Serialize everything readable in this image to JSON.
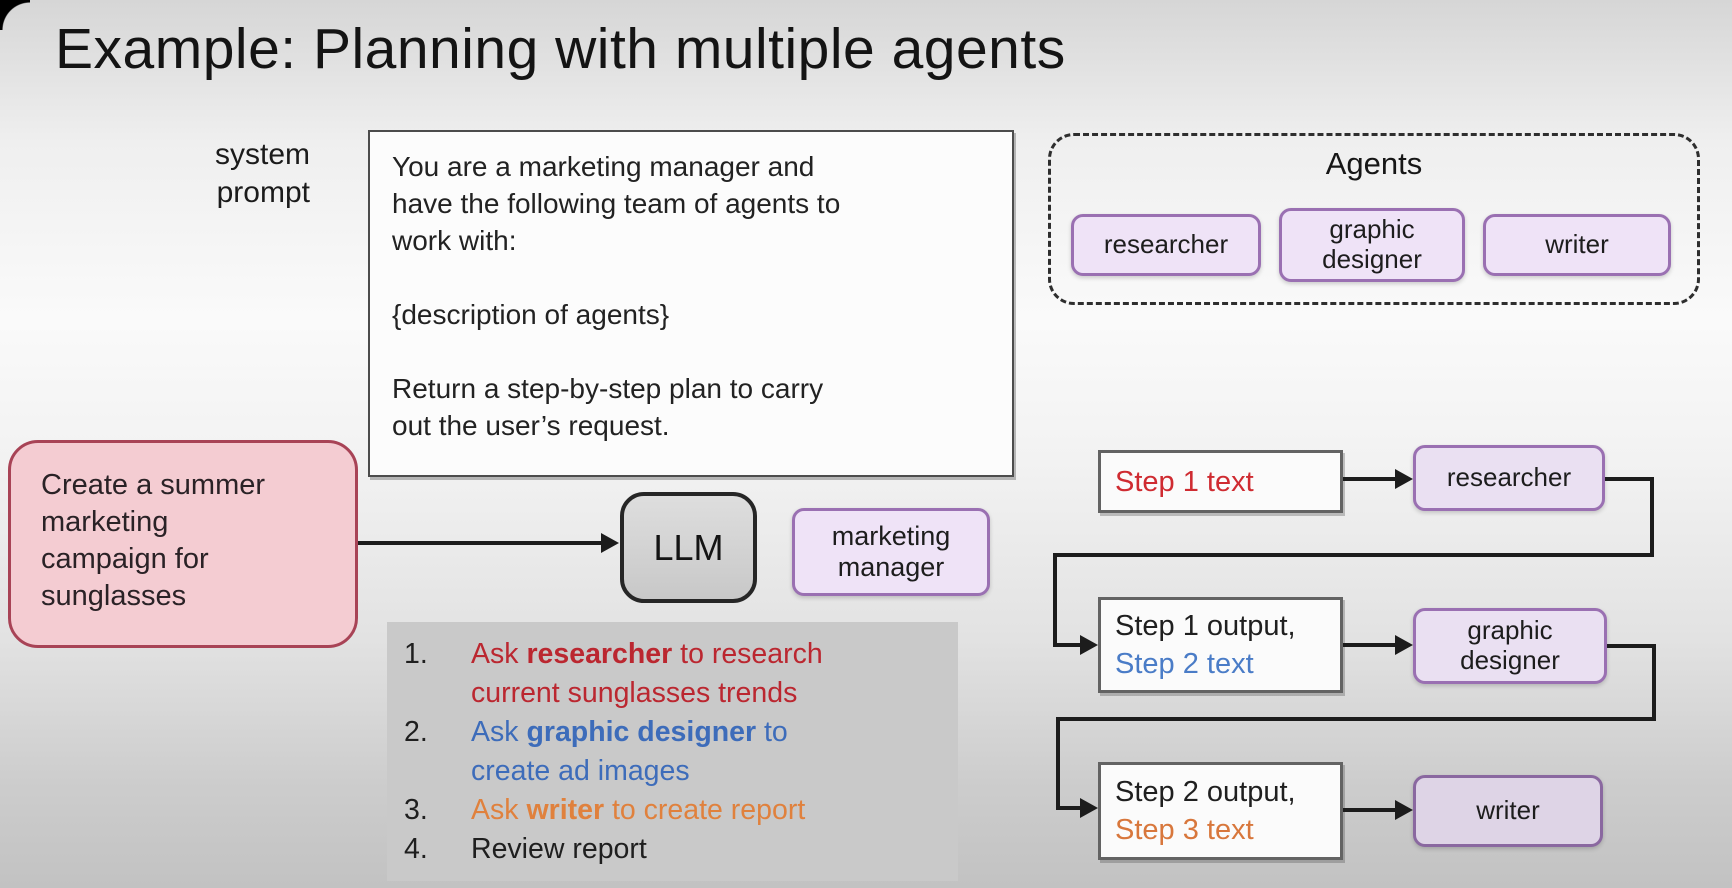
{
  "slide": {
    "title": "Example: Planning with multiple agents"
  },
  "system_prompt": {
    "label_lines": [
      "system",
      "prompt"
    ],
    "lines": [
      "You are a marketing manager and",
      "have the following team of agents to",
      "work with:",
      "",
      "{description of agents}",
      "",
      "Return a step-by-step plan to carry",
      "out the user’s request."
    ]
  },
  "agents_panel": {
    "title": "Agents",
    "agents": [
      "researcher",
      "graphic designer",
      "writer"
    ]
  },
  "user_request": {
    "lines": [
      "Create a summer",
      "marketing",
      "campaign for",
      "sunglasses"
    ]
  },
  "llm": {
    "label": "LLM"
  },
  "role_chip": {
    "label": "marketing manager"
  },
  "plan_list": {
    "items": [
      {
        "num": "1.",
        "l1_pre": "Ask ",
        "l1_bold": "researcher",
        "l1_post": " to research",
        "l2": "current sunglasses trends",
        "color": "#bb2730"
      },
      {
        "num": "2.",
        "l1_pre": "Ask ",
        "l1_bold": "graphic designer",
        "l1_post": " to",
        "l2": "create ad images",
        "color": "#3d6cba"
      },
      {
        "num": "3.",
        "l1_pre": "Ask ",
        "l1_bold": "writer",
        "l1_post": " to create report",
        "l2": "",
        "color": "#e0813d"
      },
      {
        "num": "4.",
        "l1_pre": "",
        "l1_bold": "",
        "l1_post": "Review report",
        "l2": "",
        "color": "#1f1f1f"
      }
    ]
  },
  "flow": {
    "rows": [
      {
        "line1": "Step 1 text",
        "line1_color": "#cf2b31",
        "line2": "",
        "line2_color": "",
        "agent": "researcher"
      },
      {
        "line1": "Step 1 output,",
        "line1_color": "#1f1f1f",
        "line2": "Step 2 text",
        "line2_color": "#4a7cc7",
        "agent": "graphic designer"
      },
      {
        "line1": "Step 2 output,",
        "line1_color": "#1f1f1f",
        "line2": "Step 3 text",
        "line2_color": "#d8773c",
        "agent": "writer"
      }
    ]
  },
  "palette": {
    "chip_fill": "#efe3f7",
    "chip_border": "#9a70b2",
    "request_fill": "#f4ccd2",
    "request_border": "#a84356",
    "llm_fill": "#d2d2d2",
    "list_panel_fill": "#c9c9c9",
    "connector": "#1c1c1c"
  }
}
